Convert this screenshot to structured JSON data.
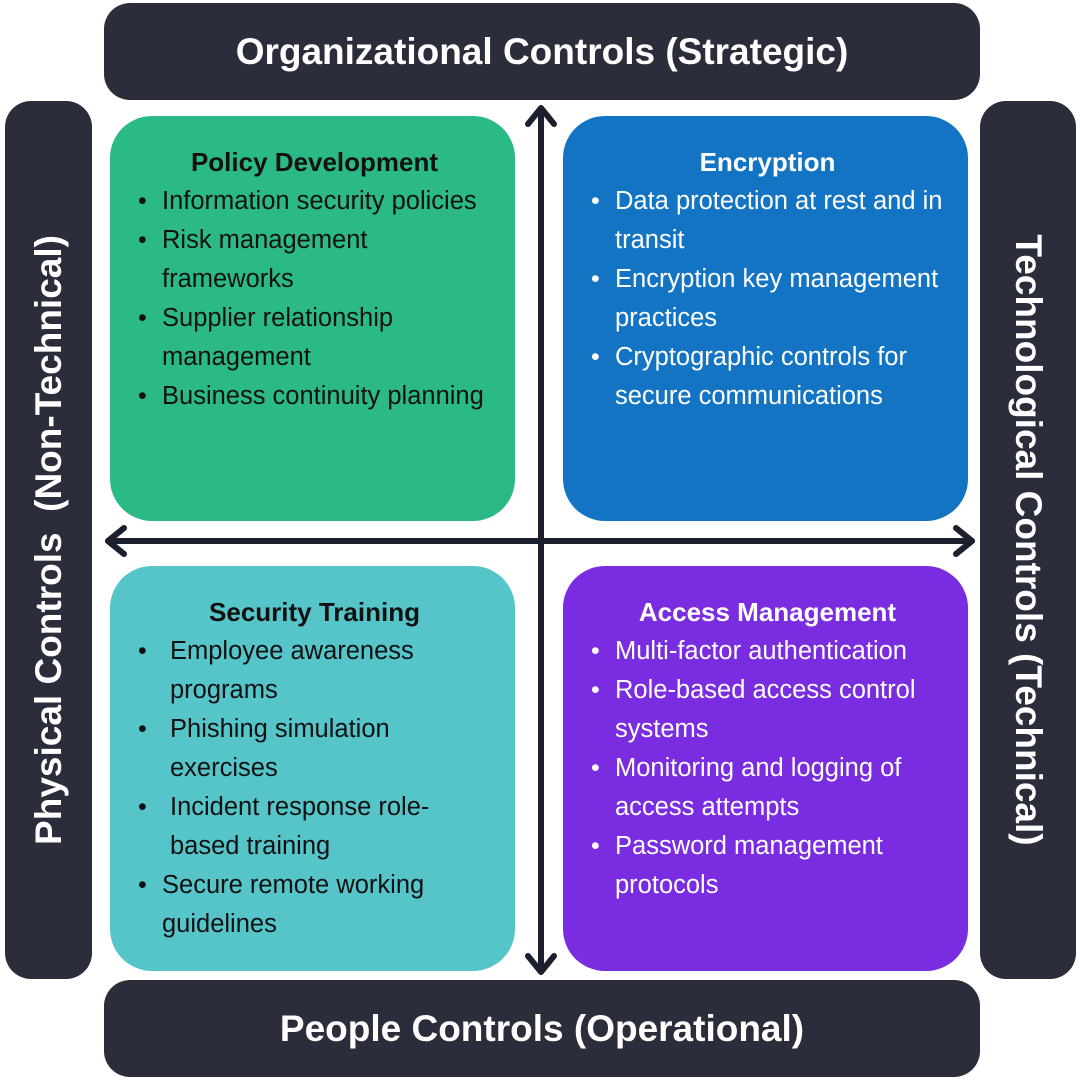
{
  "labels": {
    "top": "Organizational Controls (Strategic)",
    "bottom": "People Controls (Operational)",
    "left": "Physical Controls  (Non-Technical)",
    "right": "Technological Controls (Technical)"
  },
  "quadrants": [
    {
      "title": "Policy Development",
      "items": [
        "Information security policies",
        "Risk management frameworks",
        "Supplier relationship management",
        "Business continuity planning"
      ]
    },
    {
      "title": "Encryption",
      "items": [
        "Data protection at rest and in transit",
        "Encryption key management practices",
        "Cryptographic controls for secure communications"
      ]
    },
    {
      "title": "Security Training",
      "items": [
        "Employee awareness programs",
        "Phishing simulation exercises",
        "Incident response role-based training",
        "Secure remote working guidelines"
      ]
    },
    {
      "title": "Access Management",
      "items": [
        "Multi-factor authentication",
        "Role-based access control systems",
        "Monitoring and logging of access attempts",
        "Password management protocols"
      ]
    }
  ],
  "colors": {
    "bars": "#2b2e3a",
    "policy": "#2bba86",
    "encryption": "#1474c4",
    "training": "#56c5c9",
    "access": "#7a2de0",
    "arrows": "#1b1f2e"
  }
}
